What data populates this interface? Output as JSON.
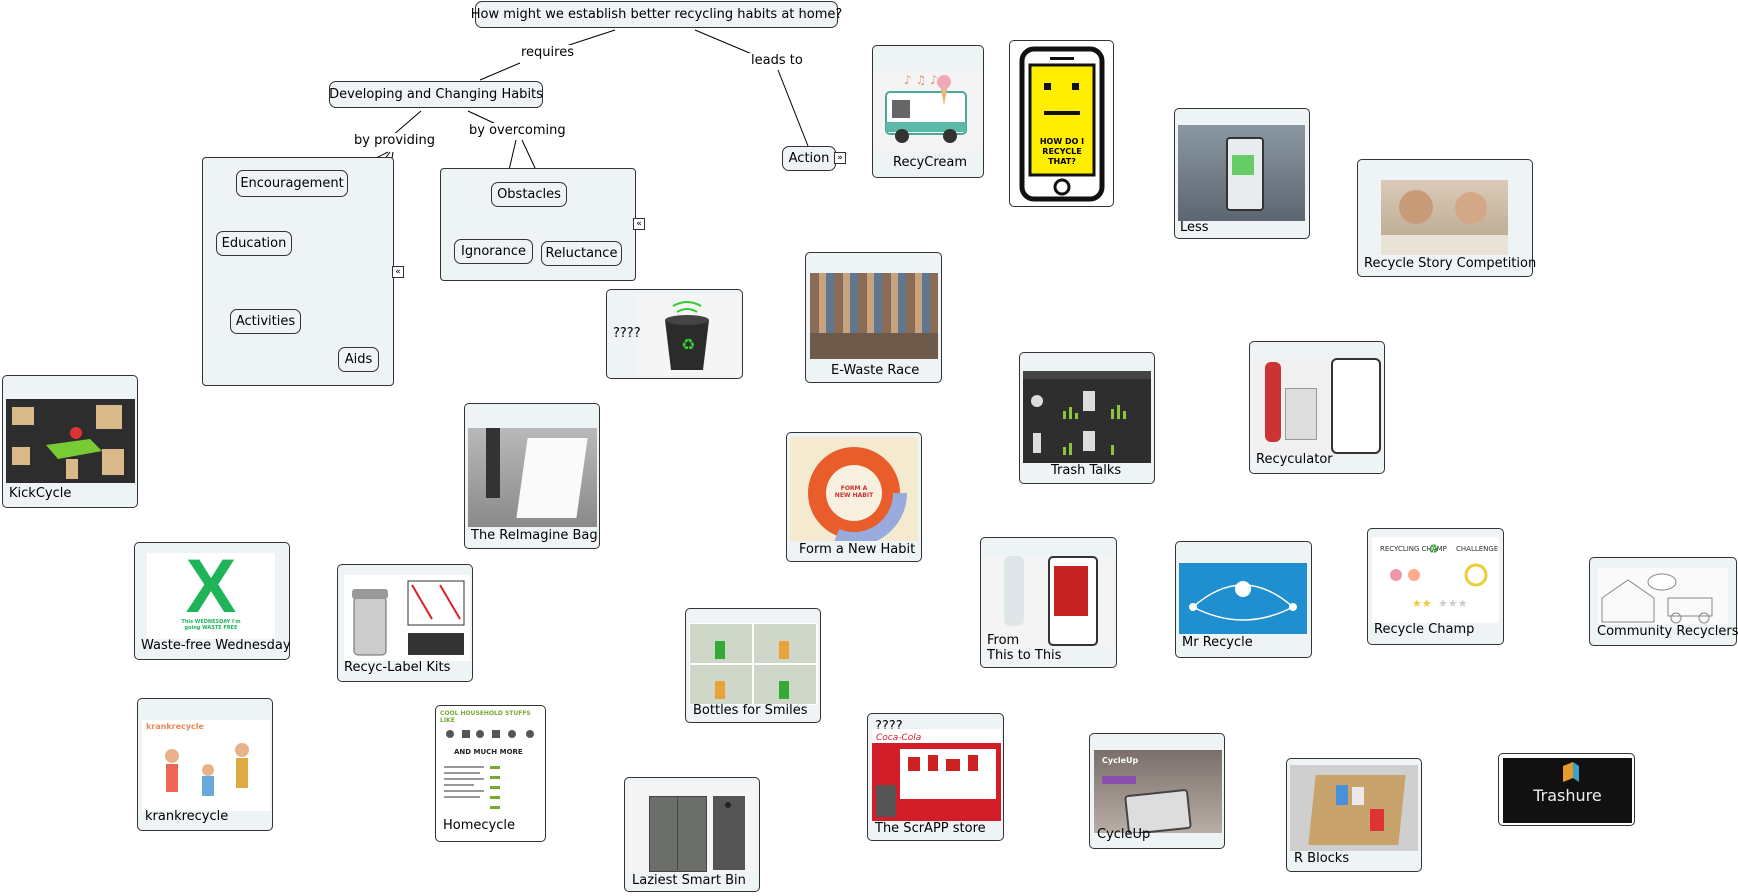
{
  "root": {
    "label": "How might we establish better recycling habits at home?"
  },
  "links": {
    "requires": "requires",
    "leads_to": "leads to",
    "by_providing": "by providing",
    "by_overcoming": "by overcoming"
  },
  "nodes": {
    "habits": "Developing and Changing Habits",
    "action": "Action",
    "encouragement": "Encouragement",
    "education": "Education",
    "activities": "Activities",
    "aids": "Aids",
    "obstacles": "Obstacles",
    "ignorance": "Ignorance",
    "reluctance": "Reluctance"
  },
  "cards": [
    {
      "key": "recycream",
      "caption": "RecyCream"
    },
    {
      "key": "phone",
      "caption": "",
      "thumb_text": "HOW DO I RECYCLE THAT?"
    },
    {
      "key": "less",
      "caption": "Less"
    },
    {
      "key": "story",
      "caption": "Recycle Story Competition"
    },
    {
      "key": "bin",
      "caption": "????"
    },
    {
      "key": "ewaste",
      "caption": "E-Waste Race"
    },
    {
      "key": "trash",
      "caption": "Trash Talks"
    },
    {
      "key": "recyculator",
      "caption": "Recyculator"
    },
    {
      "key": "kickcycle",
      "caption": "KickCycle"
    },
    {
      "key": "reimagine",
      "caption": "The ReImagine Bag"
    },
    {
      "key": "formhabit",
      "caption": "Form a New Habit",
      "thumb_text": "FORM A NEW HABIT"
    },
    {
      "key": "wastefree",
      "caption": "Waste-free Wednesday",
      "thumb_text": "X",
      "thumb_sub": "This WEDNESDAY I'm going WASTE FREE"
    },
    {
      "key": "recyclabel",
      "caption": "Recyc-Label Kits"
    },
    {
      "key": "fromthis",
      "caption": "From\nThis to This"
    },
    {
      "key": "mrrecycle",
      "caption": "Mr Recycle"
    },
    {
      "key": "champ",
      "caption": "Recycle Champ"
    },
    {
      "key": "community",
      "caption": "Community Recyclers"
    },
    {
      "key": "bottles",
      "caption": "Bottles for Smiles"
    },
    {
      "key": "krank",
      "caption": "krankrecycle",
      "thumb_text": "krankrecycle"
    },
    {
      "key": "homecycle",
      "caption": "Homecycle",
      "thumb_text": "COOL HOUSEHOLD STUFFS LIKE",
      "thumb_sub": "AND MUCH MORE"
    },
    {
      "key": "scrapp",
      "caption": "The ScrAPP store",
      "top_text": "????"
    },
    {
      "key": "cycleup",
      "caption": "CycleUp",
      "thumb_text": "CycleUp"
    },
    {
      "key": "rblocks",
      "caption": "R Blocks"
    },
    {
      "key": "trashure",
      "caption": "",
      "thumb_text": "Trashure"
    },
    {
      "key": "laziest",
      "caption": "Laziest Smart Bin"
    }
  ],
  "colors": {
    "node_fill": "#eef4f5",
    "border": "#333333"
  }
}
